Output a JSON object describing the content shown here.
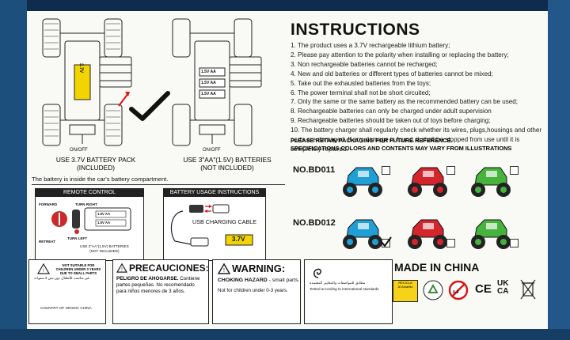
{
  "instructions": {
    "title": "INSTRUCTIONS",
    "items": [
      "1. The product uses a 3.7V rechargeable lithium battery;",
      "2. Please pay attention to the polarity when installing or replacing the battery;",
      "3. Non rechargeable batteries cannot be recharged;",
      "4. New and old batteries or different types of batteries cannot be mixed;",
      "5. Take out the exhausted batteries from the toys;",
      "6. The power terminal shall not be short circuited;",
      "7. Only the same or the same battery as the recommended battery can be used;",
      "8. Rechargeable batteries can only be charged under adult supervision",
      "9. Rechargeable batteries should be taken out of toys before charging;",
      "10. The battery charger shall regularly check whether its wires, plugs,housings and other parts are damaged. If any damage is found, it shall be stopped from use until it is completely repaired."
    ],
    "note1": "PLEASE RETAIN PACKAGING FOR FUTURE REFERENCE.",
    "note2": "SPECIFICATIONS,COLORS AND CONTENTS MAY VARY FROM ILLUSTRATIONS"
  },
  "diagrams": {
    "left_battery": "3.7V",
    "left_onoff": "ON/OFF",
    "left_caption": "USE 3.7V BATTERY PACK\n(INCLUDED)",
    "right_battery": "1.5V AA",
    "right_onoff": "ON/OFF",
    "right_caption": "USE 3\"AA\"(1.5V) BATTERIES\n(NOT INCLUDED)",
    "inside_note": "The battery is inside the car's battery compartment."
  },
  "remote": {
    "title": "REMOTE CONTROL",
    "forward": "FORWARD",
    "turn_right": "TURN RIGHT",
    "turn_left": "TURN LEFT",
    "retreat": "RETREAT",
    "battery": "1.5V AA",
    "use": "USE 2\"AA\"(1.5V) BATTERIES\n(NOT INCLUDED)"
  },
  "battery_usage": {
    "title": "BATTERY USAGE INSTRUCTIONS",
    "cable": "USB CHARGING CABLE",
    "volt": "3.7V"
  },
  "models": {
    "bd011": "NO.BD011",
    "bd012": "NO.BD012",
    "colors": [
      "#1f9fd6",
      "#d4242c",
      "#46b33c"
    ]
  },
  "made_in": "MADE IN CHINA",
  "warnings": {
    "arabic": "غير مناسب للأطفال دون سن 3 سنوات",
    "not_suitable": "NOT SUITABLE FOR CHILDREN UNDER 3 YEARS DUE TO SMALL PARTS",
    "origin": "COUNTRY OF ORIGIN: CHINA",
    "precaution_title": "PRECAUCIONES:",
    "precaution_lead": "PELIGRO DE AHOGARSE.",
    "precaution_body": "Contiene partes pequeñas. No recomendado para niños menores de 3 años.",
    "warning_title": "WARNING:",
    "choking": "CHOKING HAZARD",
    "choking_rest": " - small parts.",
    "not_for": "Not for children under 0-3 years.",
    "arabic_standards": "مطابق للمواصفات والمعايير المعتمدة",
    "tested": "Tested according to international standards",
    "recycle_label": "RECICLA\nAl Amarillo",
    "age_label": "0-3",
    "ce": "CE",
    "ukca": "UK\nCA"
  }
}
